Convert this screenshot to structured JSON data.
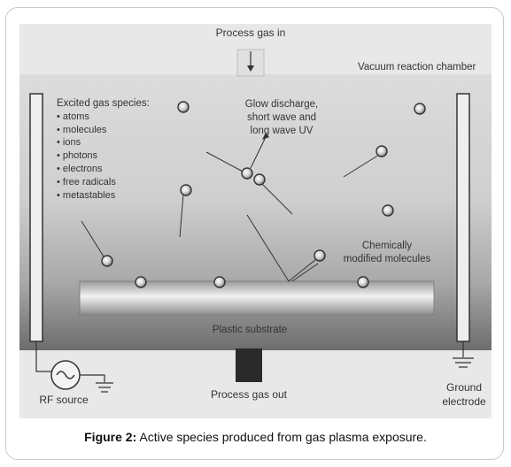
{
  "diagram": {
    "labels": {
      "process_gas_in": "Process gas in",
      "vacuum_chamber": "Vacuum reaction chamber",
      "glow_line1": "Glow discharge,",
      "glow_line2": "short wave and",
      "glow_line3": "long wave UV",
      "chem_line1": "Chemically",
      "chem_line2": "modified molecules",
      "plastic_substrate": "Plastic substrate",
      "process_gas_out": "Process gas out",
      "rf_source": "RF source",
      "ground_line1": "Ground",
      "ground_line2": "electrode"
    },
    "species_title": "Excited gas species:",
    "species": [
      "• atoms",
      "• molecules",
      "• ions",
      "• photons",
      "• electrons",
      "• free radicals",
      "• metastables"
    ]
  },
  "caption": {
    "bold": "Figure 2:",
    "text": " Active species produced from gas plasma exposure."
  }
}
